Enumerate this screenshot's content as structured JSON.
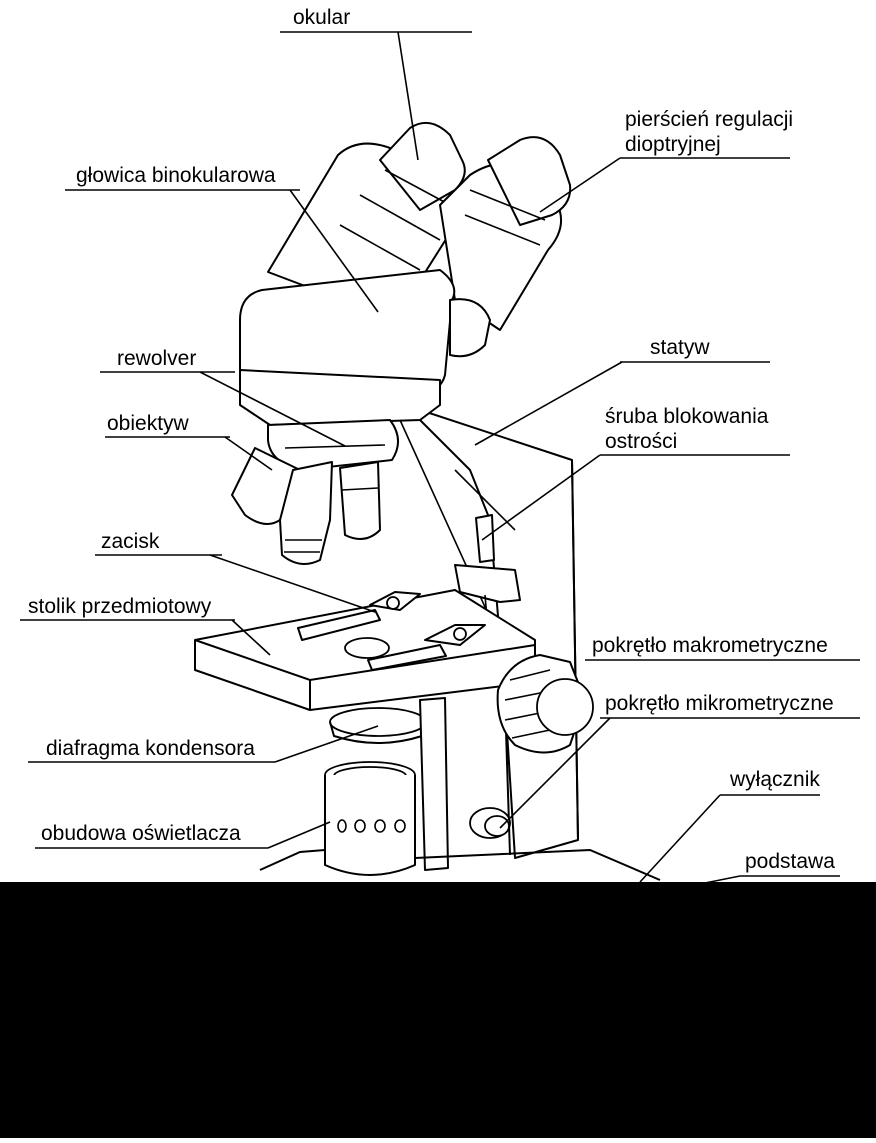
{
  "labels": {
    "okular": "okular",
    "pierscien_line1": "pierścień regulacji",
    "pierscien_line2": "dioptryjnej",
    "glowica": "głowica binokularowa",
    "rewolver": "rewolver",
    "statyw": "statyw",
    "sruba_line1": "śruba blokowania",
    "sruba_line2": "ostrości",
    "obiektyw": "obiektyw",
    "zacisk": "zacisk",
    "stolik": "stolik przedmiotowy",
    "makro": "pokrętło makrometryczne",
    "mikro": "pokrętło mikrometryczne",
    "diafragma": "diafragma kondensora",
    "wylacznik": "wyłącznik",
    "obudowa": "obudowa oświetlacza",
    "podstawa": "podstawa"
  },
  "colors": {
    "background": "#ffffff",
    "ink": "#000000",
    "black_band": "#000000"
  }
}
